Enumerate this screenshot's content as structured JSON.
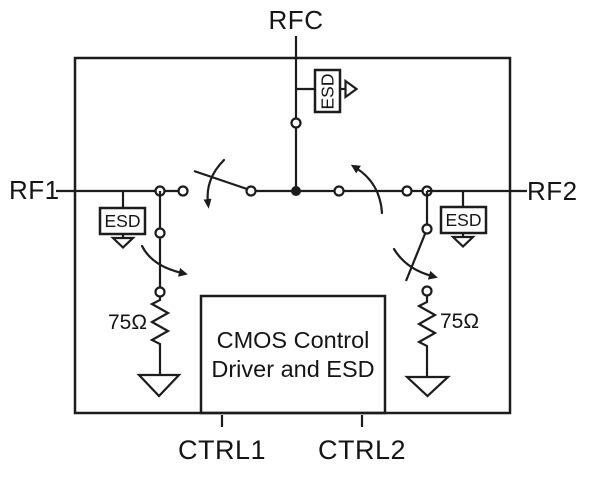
{
  "diagram": {
    "title_semantic": "RF SPDT absorptive switch functional diagram",
    "ports": {
      "rfc": "RFC",
      "rf1": "RF1",
      "rf2": "RF2",
      "ctrl1": "CTRL1",
      "ctrl2": "CTRL2"
    },
    "esd_blocks": {
      "top": "ESD",
      "rf1": "ESD",
      "rf2": "ESD"
    },
    "resistors": {
      "rf1_shunt": "75Ω",
      "rf2_shunt": "75Ω"
    },
    "control_block": {
      "line1": "CMOS Control",
      "line2": "Driver and ESD"
    },
    "colors": {
      "line": "#1c1c1c",
      "background": "#ffffff"
    }
  }
}
